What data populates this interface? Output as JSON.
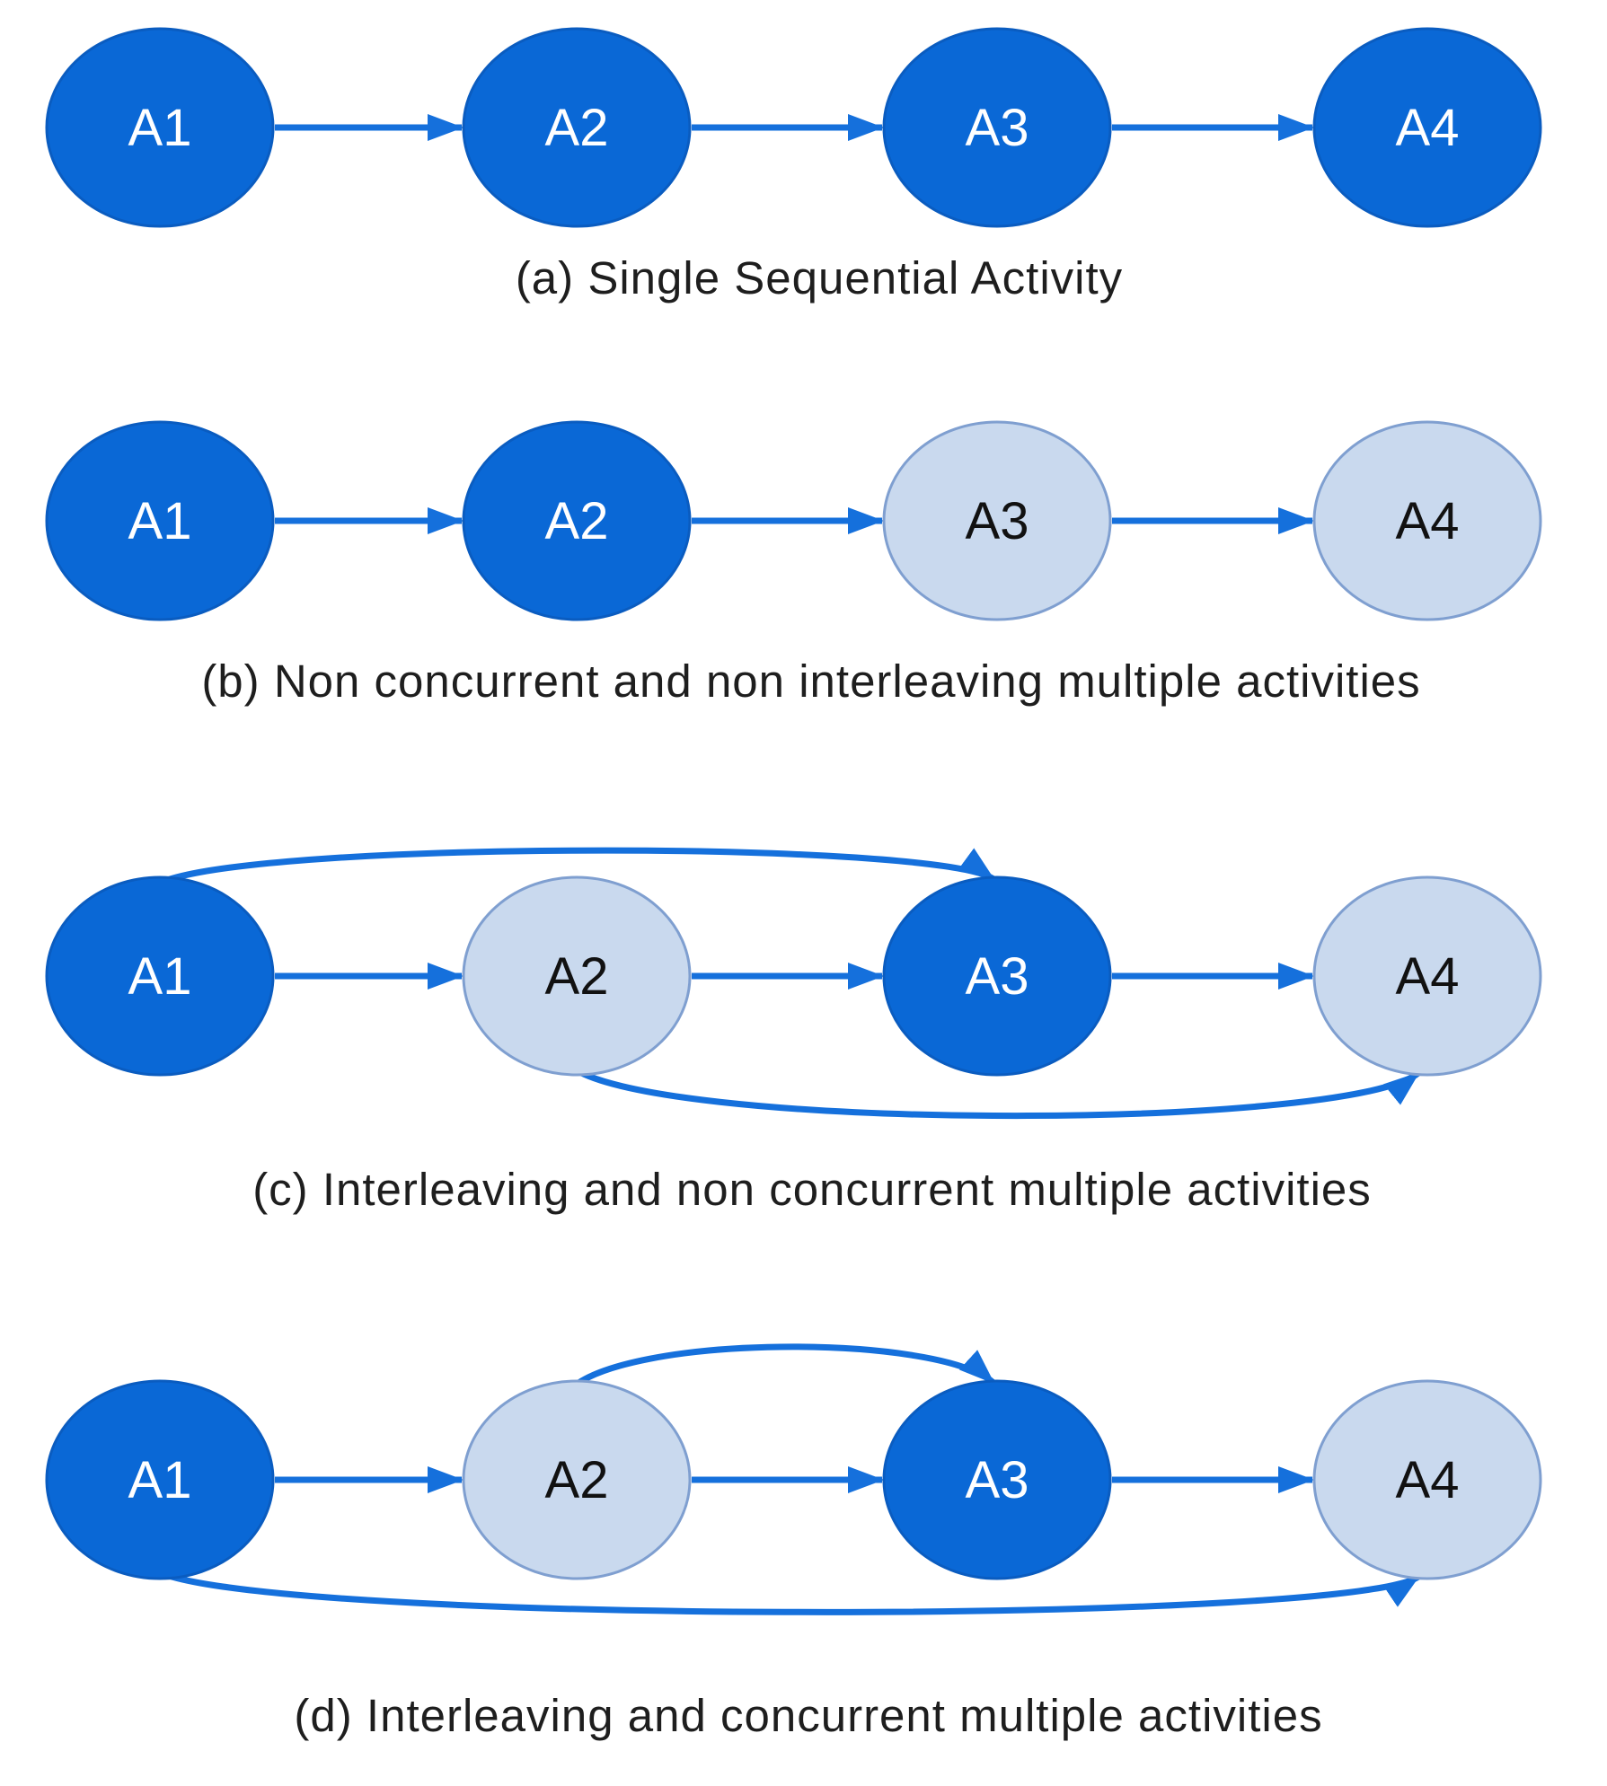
{
  "colors": {
    "active_fill": "#0A68D6",
    "active_stroke": "#0A5CC0",
    "active_text": "#FFFFFF",
    "inactive_fill": "#C9D9EE",
    "inactive_stroke": "#7F9FD0",
    "inactive_text": "#111111",
    "edge": "#1570DC",
    "caption_text": "#1E1E1E"
  },
  "diagrams": [
    {
      "caption": "(a) Single Sequential Activity",
      "nodes": [
        {
          "label": "A1",
          "state": "active"
        },
        {
          "label": "A2",
          "state": "active"
        },
        {
          "label": "A3",
          "state": "active"
        },
        {
          "label": "A4",
          "state": "active"
        }
      ],
      "edges": [
        {
          "from": "A1",
          "to": "A2",
          "type": "straight"
        },
        {
          "from": "A2",
          "to": "A3",
          "type": "straight"
        },
        {
          "from": "A3",
          "to": "A4",
          "type": "straight"
        }
      ]
    },
    {
      "caption": "(b) Non concurrent and non interleaving multiple activities",
      "nodes": [
        {
          "label": "A1",
          "state": "active"
        },
        {
          "label": "A2",
          "state": "active"
        },
        {
          "label": "A3",
          "state": "inactive"
        },
        {
          "label": "A4",
          "state": "inactive"
        }
      ],
      "edges": [
        {
          "from": "A1",
          "to": "A2",
          "type": "straight"
        },
        {
          "from": "A2",
          "to": "A3",
          "type": "straight"
        },
        {
          "from": "A3",
          "to": "A4",
          "type": "straight"
        }
      ]
    },
    {
      "caption": "(c) Interleaving and non concurrent multiple activities",
      "nodes": [
        {
          "label": "A1",
          "state": "active"
        },
        {
          "label": "A2",
          "state": "inactive"
        },
        {
          "label": "A3",
          "state": "active"
        },
        {
          "label": "A4",
          "state": "inactive"
        }
      ],
      "edges": [
        {
          "from": "A1",
          "to": "A2",
          "type": "straight"
        },
        {
          "from": "A2",
          "to": "A3",
          "type": "straight"
        },
        {
          "from": "A3",
          "to": "A4",
          "type": "straight"
        },
        {
          "from": "A1",
          "to": "A3",
          "type": "arc-top"
        },
        {
          "from": "A2",
          "to": "A4",
          "type": "arc-bottom"
        }
      ]
    },
    {
      "caption": "(d) Interleaving and concurrent multiple activities",
      "nodes": [
        {
          "label": "A1",
          "state": "active"
        },
        {
          "label": "A2",
          "state": "inactive"
        },
        {
          "label": "A3",
          "state": "active"
        },
        {
          "label": "A4",
          "state": "inactive"
        }
      ],
      "edges": [
        {
          "from": "A1",
          "to": "A2",
          "type": "straight"
        },
        {
          "from": "A2",
          "to": "A3",
          "type": "straight"
        },
        {
          "from": "A3",
          "to": "A4",
          "type": "straight"
        },
        {
          "from": "A2",
          "to": "A3",
          "type": "arc-top"
        },
        {
          "from": "A1",
          "to": "A4",
          "type": "arc-bottom"
        }
      ]
    }
  ]
}
